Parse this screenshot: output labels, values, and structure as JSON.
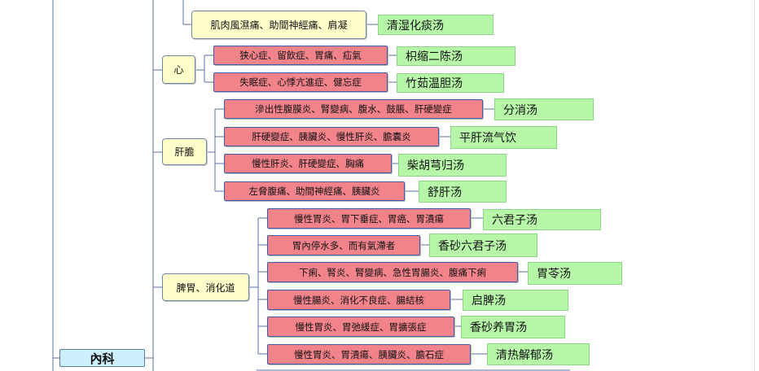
{
  "root": "內科",
  "branches": [
    {
      "id": "top",
      "items": [
        {
          "symptom": "肌肉風濕痛、助間神經痛、肩凝",
          "herb": "清湿化痰汤"
        }
      ]
    },
    {
      "id": "heart",
      "label": "心",
      "items": [
        {
          "symptom": "狭心症、留飲症、胃痛、疝氣",
          "herb": "枳缩二陈汤"
        },
        {
          "symptom": "失眠症、心悸亢進症、健忘症",
          "herb": "竹茹温胆汤"
        }
      ]
    },
    {
      "id": "liver",
      "label": "肝膽",
      "items": [
        {
          "symptom": "滲出性腹膜炎、腎變病、腹水、鼓脹、肝硬變症",
          "herb": "分消汤"
        },
        {
          "symptom": "肝硬變症、胰臟炎、慢性肝炎、膽囊炎",
          "herb": "平肝流气饮"
        },
        {
          "symptom": "慢性肝炎、肝硬變症、胸痛",
          "herb": "柴胡芎归汤"
        },
        {
          "symptom": "左脅腹痛、助間神經痛、胰臟炎",
          "herb": "舒肝汤"
        }
      ]
    },
    {
      "id": "spleen",
      "label": "脾胃、消化道",
      "items": [
        {
          "symptom": "慢性胃炎、胃下垂症、胃癌、胃潰瘍",
          "herb": "六君子汤"
        },
        {
          "symptom": "胃內停水多、而有氣滯者",
          "herb": "香砂六君子汤"
        },
        {
          "symptom": "下痢、腎炎、腎變病、急性胃腸炎、腹痛下痢",
          "herb": "胃苓汤"
        },
        {
          "symptom": "慢性腸炎、消化不良症、腸結核",
          "herb": "启脾汤"
        },
        {
          "symptom": "慢性胃炎、胃弛緩症、胃擴張症",
          "herb": "香砂养胃汤"
        },
        {
          "symptom": "慢性胃炎、胃潰瘍、胰臟炎、膽石症",
          "herb": "清热解郁汤"
        }
      ]
    }
  ],
  "colors": {
    "category_fill": "#ffffcc",
    "symptom_fill": "#f2838a",
    "herb_fill": "#b6f7a8",
    "root_fill": "#ccf1fd",
    "connector": "#5a6fa0"
  }
}
